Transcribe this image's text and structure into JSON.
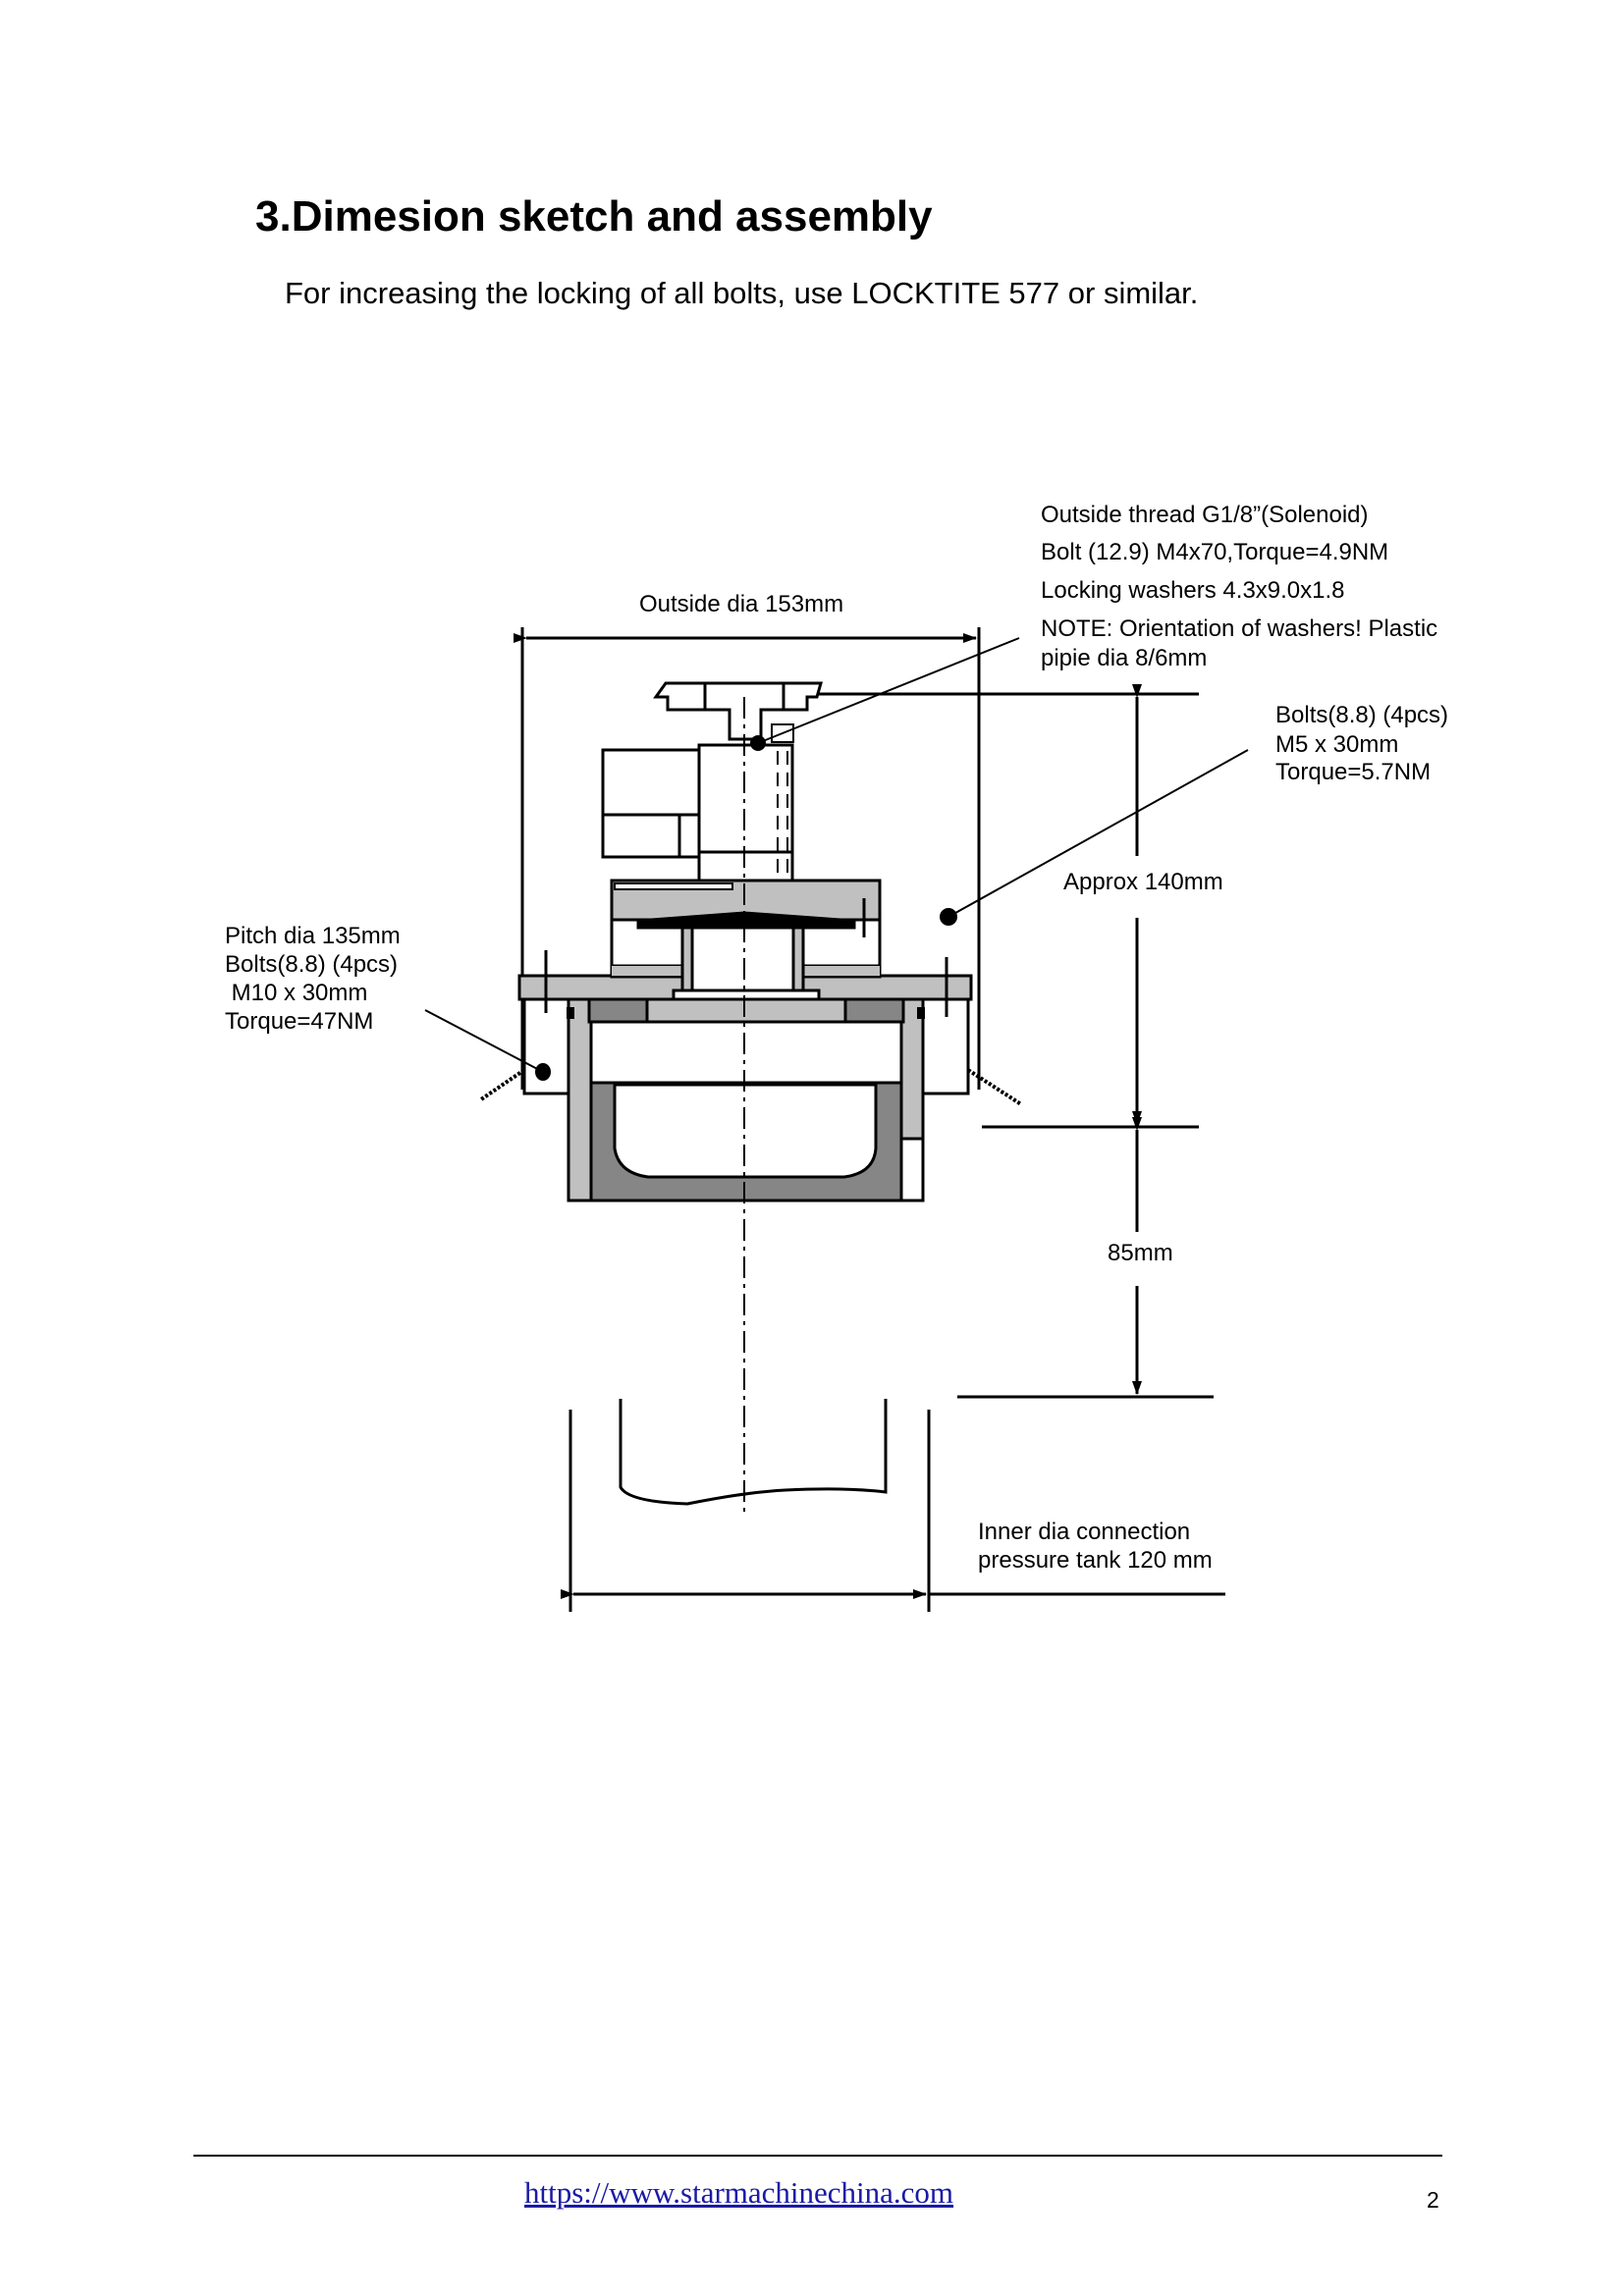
{
  "heading": "3.Dimesion sketch and assembly",
  "intro": "For increasing the locking of all bolts, use LOCKTITE 577 or similar.",
  "diagram": {
    "outside_dia": "Outside dia 153mm",
    "solenoid_notes": [
      "Outside thread G1/8”(Solenoid)",
      "Bolt (12.9) M4x70,Torque=4.9NM",
      "Locking washers 4.3x9.0x1.8",
      "NOTE: Orientation of washers! Plastic",
      "pipie dia 8/6mm"
    ],
    "cover_bolts": [
      "Bolts(8.8) (4pcs)",
      "M5 x 30mm",
      "Torque=5.7NM"
    ],
    "height_total": "Approx 140mm",
    "height_lower": "85mm",
    "flange_bolts": [
      "Pitch dia 135mm",
      "Bolts(8.8) (4pcs)",
      " M10 x 30mm",
      "Torque=47NM"
    ],
    "inner_dia": [
      "Inner dia connection",
      "pressure tank 120 mm"
    ]
  },
  "footer": {
    "url": "https://www.starmachinechina.com",
    "page": "2"
  }
}
